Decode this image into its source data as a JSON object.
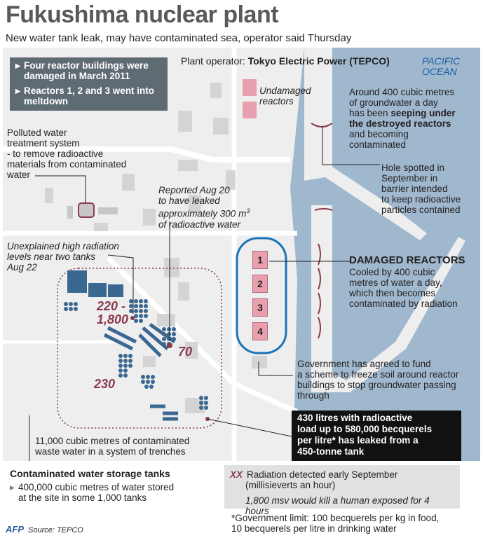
{
  "header": {
    "title": "Fukushima nuclear plant",
    "subtitle": "New water tank leak, may have contaminated sea, operator said Thursday"
  },
  "info_box": {
    "line1": "Four reactor buildings were damaged in March 2011",
    "line2": "Reactors 1, 2 and 3 went into meltdown"
  },
  "operator": {
    "prefix": "Plant operator: ",
    "name": "Tokyo Electric Power (TEPCO)"
  },
  "ocean": {
    "line1": "PACIFIC",
    "line2": "OCEAN"
  },
  "undamaged": {
    "line1": "Undamaged",
    "line2": "reactors"
  },
  "groundwater": {
    "line1": "Around 400 cubic metres",
    "line2": "of groundwater a day",
    "line3a": "has been ",
    "line3b": "seeping under",
    "line4": "the destroyed reactors",
    "line5": "and becoming",
    "line6": "contaminated"
  },
  "treatment": {
    "line1": "Polluted water",
    "line2": "treatment system",
    "line3": "- to remove radioactive",
    "line4": "materials from contaminated",
    "line5": "water"
  },
  "hole": {
    "line1": "Hole spotted in",
    "line2": "September in",
    "line3": "barrier intended",
    "line4": "to keep radioactive",
    "line5": "particles contained"
  },
  "aug20": {
    "line1": "Reported Aug 20",
    "line2": "to have leaked",
    "line3": "approximately 300 m",
    "sup": "3",
    "line4": "of radioactive water"
  },
  "aug22": {
    "line1": "Unexplained high radiation",
    "line2": "levels near two tanks",
    "line3": "Aug 22"
  },
  "damaged": {
    "title": "DAMAGED REACTORS",
    "line1": "Cooled by 400 cubic",
    "line2": "metres of water a day,",
    "line3": "which then becomes",
    "line4": "contaminated by radiation"
  },
  "reactors": [
    "1",
    "2",
    "3",
    "4"
  ],
  "radiation": {
    "r1a": "220 -",
    "r1b": "1,800",
    "r2": "70",
    "r3": "230"
  },
  "freeze": {
    "line1": "Government has agreed to fund",
    "line2": "a scheme to freeze soil around reactor",
    "line3": "buildings to stop groundwater passing",
    "line4": "through"
  },
  "leak_box": {
    "line1": "430 litres with radioactive",
    "line2": "load up to 580,000 becquerels",
    "line3": "per litre* has leaked from a",
    "line4": "450-tonne tank"
  },
  "trenches": {
    "line1": "11,000 cubic metres of contaminated",
    "line2": "waste water in a system of trenches"
  },
  "storage": {
    "title": "Contaminated water storage tanks",
    "line1": "400,000 cubic metres of water stored",
    "line2": "at the site in some 1,000 tanks"
  },
  "legend": {
    "marker": "XX",
    "line1": "Radiation detected early September",
    "line2": "(millisieverts an hour)",
    "note": "1,800 msv would kill a human exposed for 4 hours"
  },
  "gov_limit": {
    "line1": "*Government limit: 100 becquerels per kg in food,",
    "line2": "10 becquerels per litre in drinking water"
  },
  "footer": {
    "agency": "AFP",
    "source": "Source: TEPCO"
  },
  "colors": {
    "ocean": "#9fb8ce",
    "land": "#eeeeee",
    "building": "#d4d4d4",
    "reactor": "#e8a0ae",
    "tank": "#3a6890",
    "accent": "#8b3a4e",
    "highlight": "#1a73b8"
  }
}
